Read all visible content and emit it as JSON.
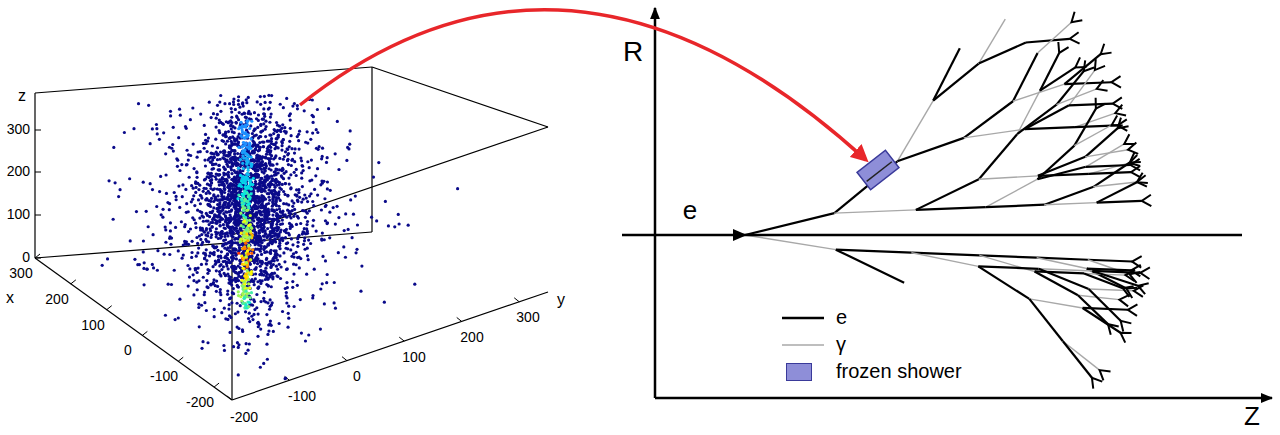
{
  "diagram": {
    "labels": [
      "z",
      "300",
      "200",
      "100",
      "0",
      "x",
      "300",
      "200",
      "100",
      "0",
      "-100",
      "-200",
      "y",
      "-200",
      "-100",
      "0",
      "100",
      "200",
      "300",
      "R",
      "Z",
      "e"
    ],
    "legend": [
      {
        "text": "e"
      },
      {
        "text": "γ"
      },
      {
        "text": "frozen shower",
        "color": "#8e8ed8"
      }
    ]
  }
}
